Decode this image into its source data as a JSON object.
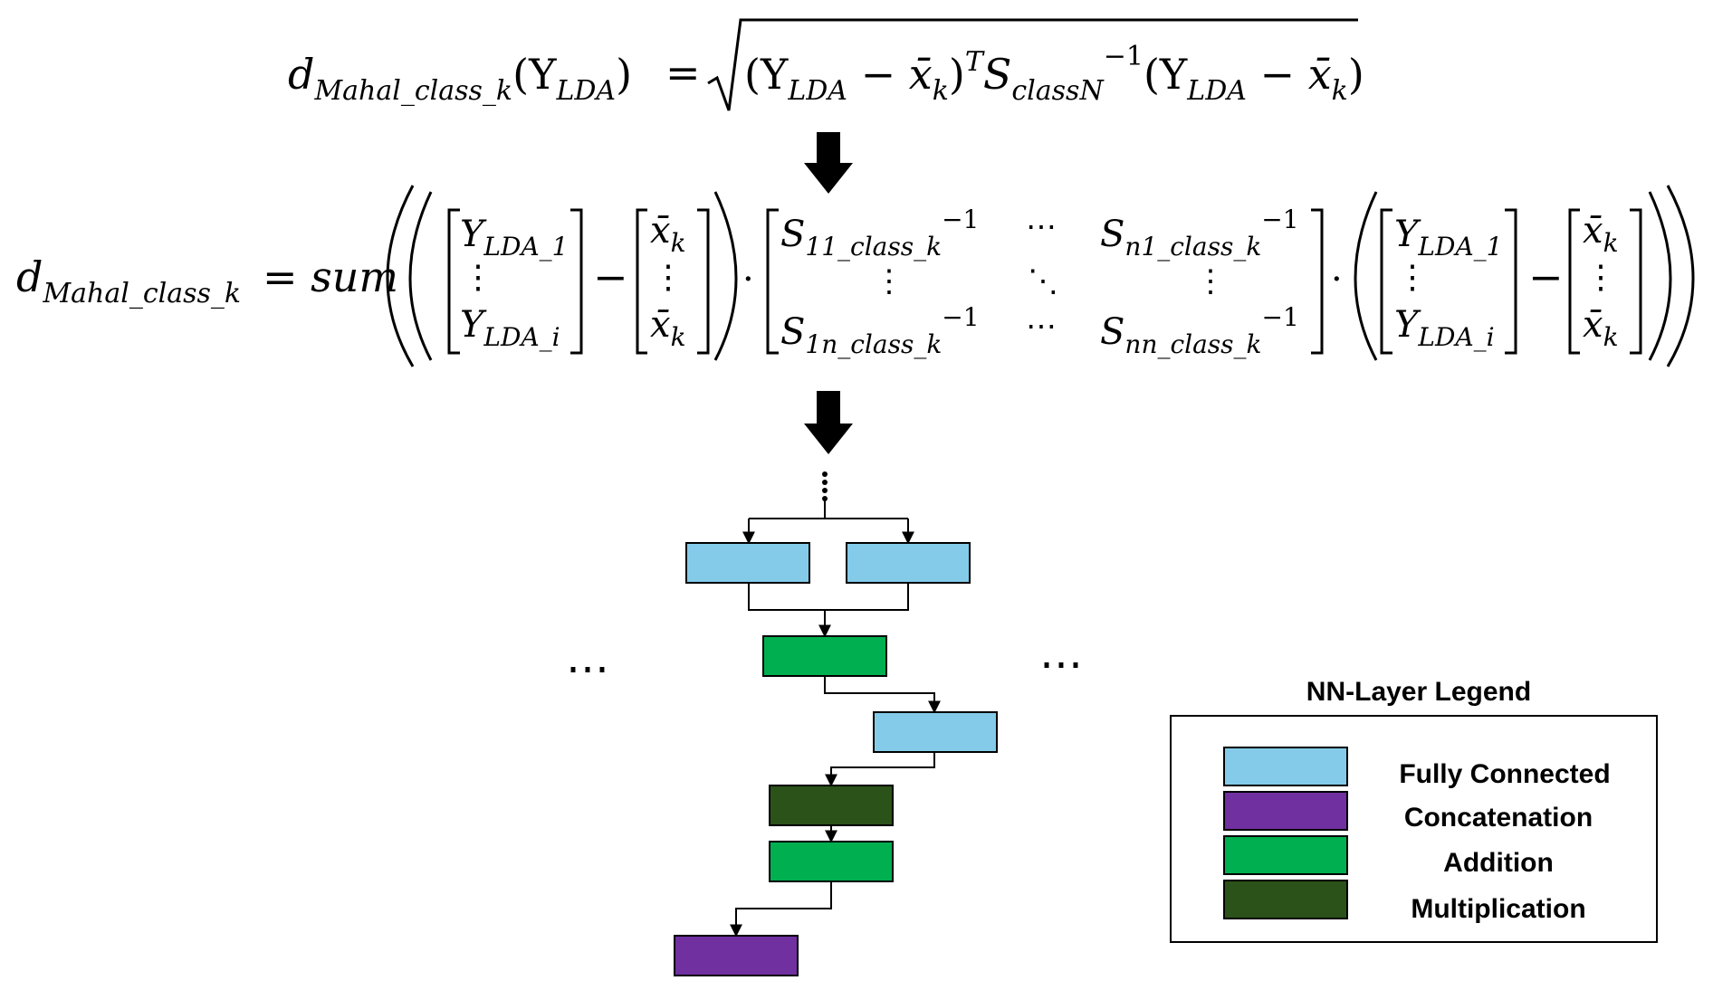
{
  "equation1": {
    "lhs_d": "d",
    "lhs_sub": "Mahal_class_k",
    "lhs_paren": "(Y",
    "lhs_paren_sub": "LDA",
    "lhs_close": ")",
    "eq": "=",
    "rad_open": "(Y",
    "rad_sub1": "LDA",
    "rad_minus": " − x̄",
    "rad_sub2": "k",
    "rad_close": ")",
    "rad_T": "T",
    "rad_S": "S",
    "rad_S_sub": "classN",
    "rad_inv": "−1",
    "rad_open2": "(Y",
    "rad_sub3": "LDA",
    "rad_minus2": " − x̄",
    "rad_sub4": "k",
    "rad_close2": ")"
  },
  "equation2": {
    "lhs_d": "d",
    "lhs_sub": "Mahal_class_k",
    "eq": "= sum",
    "y_top": "Y",
    "y_top_sub": "LDA_1",
    "y_bot": "Y",
    "y_bot_sub": "LDA_i",
    "vdots": "⋮",
    "minus": "−",
    "xbar": "x̄",
    "xbar_sub": "k",
    "dot": "·",
    "s11": "S",
    "s11_sub": "11_class_k",
    "sn1": "S",
    "sn1_sub": "n1_class_k",
    "s1n": "S",
    "s1n_sub": "1n_class_k",
    "snn": "S",
    "snn_sub": "nn_class_k",
    "inv": "−1",
    "cdots": "⋯",
    "ddots": "⋱"
  },
  "side_dots": {
    "left": "⋯",
    "right": "⋯"
  },
  "legend": {
    "title": "NN-Layer Legend",
    "items": [
      {
        "label": "Fully Connected",
        "color": "#84cbea"
      },
      {
        "label": "Concatenation",
        "color": "#7030a0"
      },
      {
        "label": "Addition",
        "color": "#00b050"
      },
      {
        "label": "Multiplication",
        "color": "#2b5319"
      }
    ]
  },
  "layer_colors": {
    "fully_connected": "#84cbea",
    "concatenation": "#7030a0",
    "addition": "#00b050",
    "multiplication": "#2b5319"
  }
}
